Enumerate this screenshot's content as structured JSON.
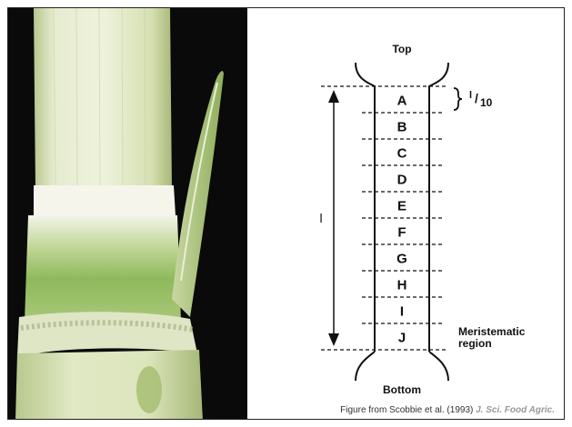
{
  "diagram": {
    "top_label": "Top",
    "bottom_label": "Bottom",
    "segments": [
      "A",
      "B",
      "C",
      "D",
      "E",
      "F",
      "G",
      "H",
      "I",
      "J"
    ],
    "length_label": "l",
    "fraction_numerator": "l",
    "fraction_denominator": "10",
    "meristematic_line1": "Meristematic",
    "meristematic_line2": "region"
  },
  "caption": {
    "prefix": "Figure from Scobbie et al. (1993) ",
    "journal": "J. Sci. Food Agric."
  },
  "colors": {
    "photo_background": "#0a0a0a",
    "stem_light": "#e4ecc8",
    "stem_green": "#9cc06a",
    "ink": "#111111"
  }
}
